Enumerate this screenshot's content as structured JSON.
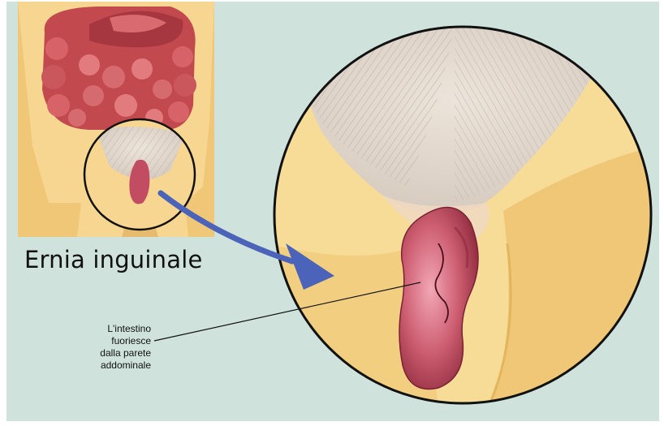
{
  "title": "Ernia inguinale",
  "caption_lines": [
    "L'intestino",
    "fuoriesce",
    "dalla parete",
    "addominale"
  ],
  "colors": {
    "background": "#cfe3dc",
    "skin": "#f6d690",
    "intestine": "#b8414a",
    "hernia": "#c9566a",
    "arrow": "#4b63b8",
    "outline": "#111111"
  }
}
